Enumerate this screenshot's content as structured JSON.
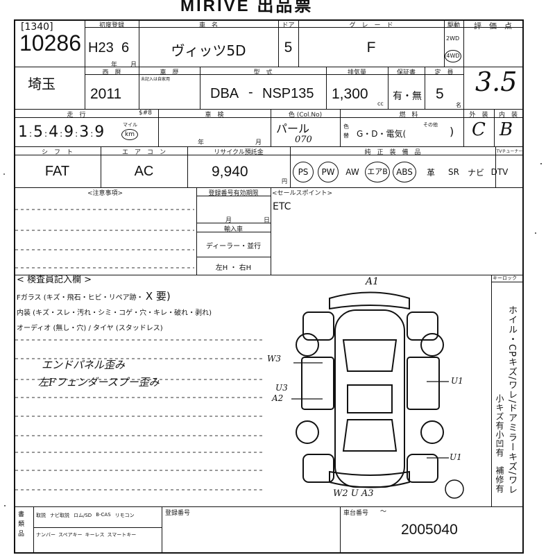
{
  "sheet": {
    "title": "MIRIVE 出品票",
    "lot_bracket": "[1340]",
    "lot_number": "10286"
  },
  "row1": {
    "hdr_first_reg": "初度登録",
    "first_reg_era": "H23",
    "first_reg_month": "6",
    "unit_year": "年",
    "unit_month": "月",
    "hdr_name": "車　名",
    "car_name": "ヴィッツ5D",
    "hdr_door": "ドア",
    "doors": "5",
    "hdr_grade": "グ　レ　ー　ド",
    "grade": "F",
    "hdr_drive": "駆動",
    "drive_2wd": "2WD",
    "drive_4wd": "4WD",
    "hdr_score": "評　価　点",
    "score": "3.5"
  },
  "row2": {
    "location": "埼玉",
    "hdr_western": "西　暦",
    "western_year": "2011",
    "hdr_history": "車　歴",
    "history_note": "未記入は自家用",
    "hdr_model": "型　式",
    "model_prefix": "DBA",
    "model_code": "NSP135",
    "hdr_displacement": "排気量",
    "displacement": "1,300",
    "cc": "cc",
    "hdr_warranty": "保証書",
    "warranty": "有・無",
    "hdr_capacity": "定　員",
    "capacity": "5",
    "capacity_unit": "名"
  },
  "row3": {
    "hdr_mileage": "走　行",
    "hdr_dollar": "$#8",
    "mileage_digits": [
      "1",
      "5",
      "4",
      "9",
      "3",
      "9"
    ],
    "mileage_unit": "マイル",
    "mileage_km": "km",
    "hdr_inspection": "車　検",
    "insp_year": "年",
    "insp_month": "月",
    "hdr_color": "色 (Col.No)",
    "color": "パール",
    "color_code": "070",
    "color_label": "色替",
    "hdr_fuel": "燃　料",
    "fuel": "G・D・電気(",
    "fuel_other": "その他",
    "fuel_close": ")",
    "hdr_exterior": "外　装",
    "exterior": "C",
    "hdr_interior": "内　装",
    "interior": "B"
  },
  "row4": {
    "hdr_shift": "シ　フ　ト",
    "shift": "FAT",
    "hdr_aircon": "エ　ア　コ　ン",
    "aircon": "AC",
    "hdr_recycle": "リサイクル預託金",
    "recycle": "9,940",
    "yen": "円",
    "hdr_equipment": "純　正　装　備　品",
    "equipment": [
      "PS",
      "PW",
      "AW",
      "エアB",
      "ABS",
      "革",
      "SR",
      "ナビ",
      "DTV"
    ],
    "equipment_circled": [
      "PS",
      "PW",
      "エアB",
      "ABS"
    ],
    "hdr_tuner": "TVチューナー"
  },
  "notes": {
    "hdr_caution": "<注意事項>",
    "hdr_reg_expiry": "登録番号有効期限",
    "reg_month": "月",
    "reg_day": "日",
    "hdr_import": "輸入車",
    "import_type": "ディーラー・並行",
    "steering": "左H ・ 右H",
    "hdr_sales_point": "<セールスポイント>",
    "sales_point": "ETC"
  },
  "inspector": {
    "title": "< 検査員記入欄 >",
    "line_glass": "Fガラス (キズ・飛石・ヒビ・リペア跡・",
    "glass_repair": "X 要)",
    "line_interior": "内装 (キズ・スレ・汚れ・シミ・コゲ・穴・キレ・破れ・剥れ)",
    "line_audio": "オーディオ (無し・穴) / タイヤ (スタッドレス)",
    "handwritten_1": "エンドパネル歪み",
    "handwritten_2": "左Fフェンダースプー歪み",
    "hdr_keyless": "キーロック",
    "vertical_note": "ホイル・CPキズ/ワレ/ドアミラーキズ/ワレ",
    "small_scratch": "小キズ有",
    "small_dent": "小凹有",
    "repair": "補修有"
  },
  "diagram_marks": {
    "front": "A1",
    "left_door": "W3",
    "left_fender": "U3",
    "left_fender2": "A2",
    "right_door": "U1",
    "right_rear": "U1",
    "rear": "W2 U A3"
  },
  "footer": {
    "hdr_docs": "書類品",
    "docs_row1": [
      "取説",
      "ナビ取説",
      "ロム/SD",
      "B-CAS",
      "リモコン"
    ],
    "docs_row2": [
      "ナンバー",
      "スペアキー",
      "キーレス",
      "スマートキー"
    ],
    "hdr_reg_no": "登録番号",
    "hdr_chassis": "車台番号",
    "chassis_dash": "〜",
    "chassis": "2005040"
  }
}
